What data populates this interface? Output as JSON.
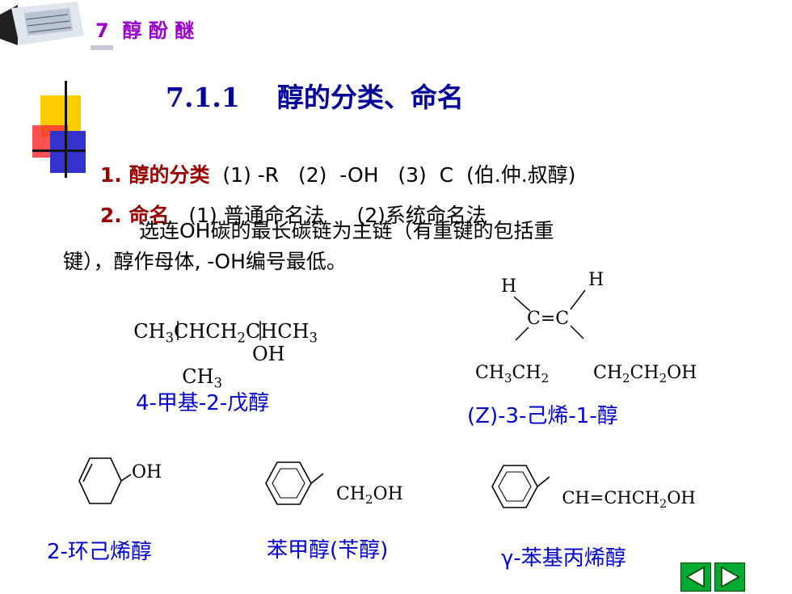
{
  "header": {
    "title": "7  醇 酚 醚"
  },
  "section": {
    "title": "7.1.1    醇的分类、命名"
  },
  "item1": {
    "label": "1. 醇的分类",
    "text": "  (1) -R   (2)  -OH   (3)  C  (伯.仲.叔醇)"
  },
  "item2": {
    "label": "2. 命名",
    "text": "   (1) 普通命名法     (2)系统命名法"
  },
  "rule": {
    "line1": "选连OH碳的最长碳链为主链（有重键的包括重",
    "line2": "键），醇作母体, -OH编号最低。"
  },
  "structures": {
    "s1": {
      "main_a": "CH",
      "main_b": "3",
      "main_c": "CHCH",
      "main_d": "2",
      "main_e": "CHCH",
      "main_f": "3",
      "sub1_a": "CH",
      "sub1_b": "3",
      "sub2": "OH",
      "name": "4-甲基-2-戊醇"
    },
    "s2": {
      "h1": "H",
      "h2": "H",
      "center": "C=C",
      "left_a": "CH",
      "left_b": "3",
      "left_c": "CH",
      "left_d": "2",
      "right_a": "CH",
      "right_b": "2",
      "right_c": "CH",
      "right_d": "2",
      "right_e": "OH",
      "name": "(Z)-3-己烯-1-醇"
    },
    "s3": {
      "group": "OH",
      "name": "2-环己烯醇"
    },
    "s4": {
      "group_a": "CH",
      "group_b": "2",
      "group_c": "OH",
      "name": "苯甲醇(苄醇)"
    },
    "s5": {
      "group_a": "CH=CHCH",
      "group_b": "2",
      "group_c": "OH",
      "name": "γ-苯基丙烯醇"
    }
  },
  "nav": {
    "prev_icon": "triangle-left-icon",
    "next_icon": "triangle-right-icon"
  },
  "colors": {
    "header": "#9900cc",
    "section": "#000099",
    "emphasis": "#990000",
    "name_label": "#0000cc",
    "nav": "#00aa33"
  }
}
